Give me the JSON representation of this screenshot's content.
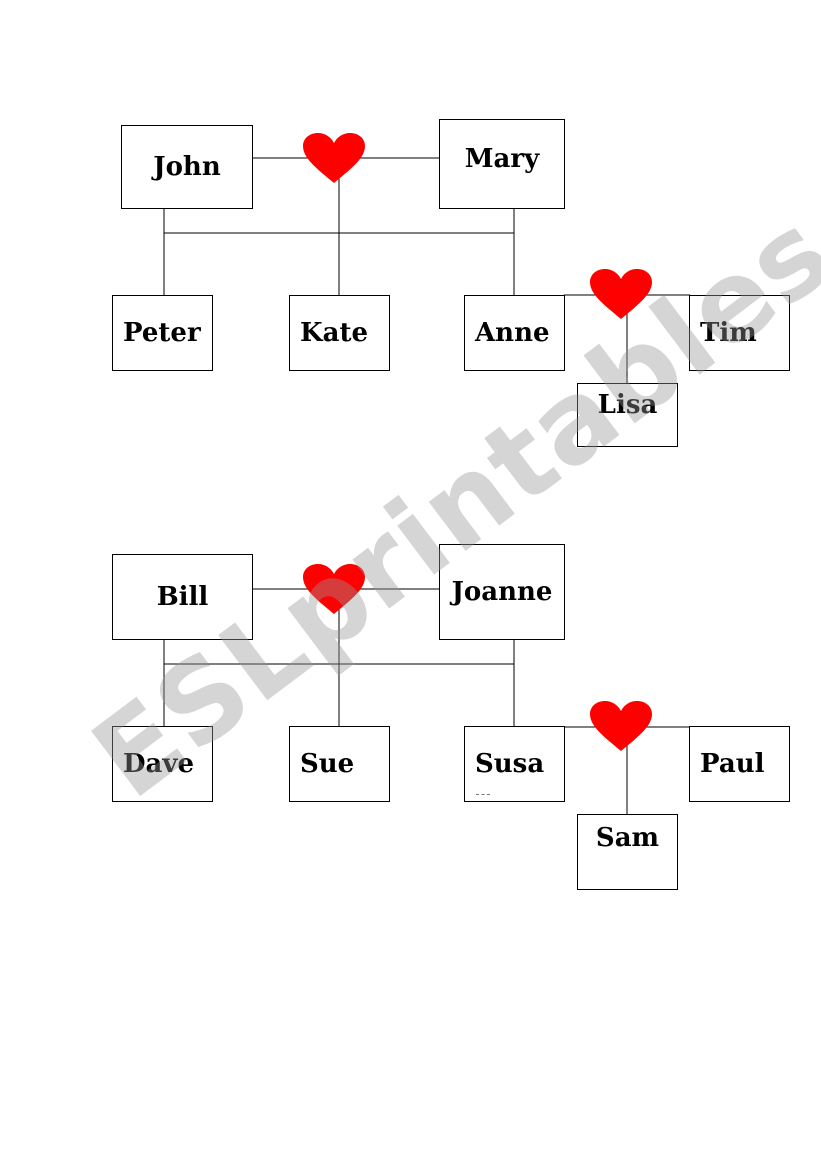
{
  "colors": {
    "heart": "#ff0000",
    "line": "#000000",
    "watermark": "#969696"
  },
  "icons": [
    "heart-icon"
  ],
  "family1": {
    "parent_left": "John",
    "parent_right": "Mary",
    "children": [
      "Peter",
      "Kate",
      "Anne"
    ],
    "spouse": "Tim",
    "grandchild": "Lisa"
  },
  "family2": {
    "parent_left": "Bill",
    "parent_right": "Joanne",
    "children": [
      "Dave",
      "Sue",
      "Susa"
    ],
    "spouse": "Paul",
    "grandchild": "Sam"
  },
  "watermark": "ESLprintables.com"
}
